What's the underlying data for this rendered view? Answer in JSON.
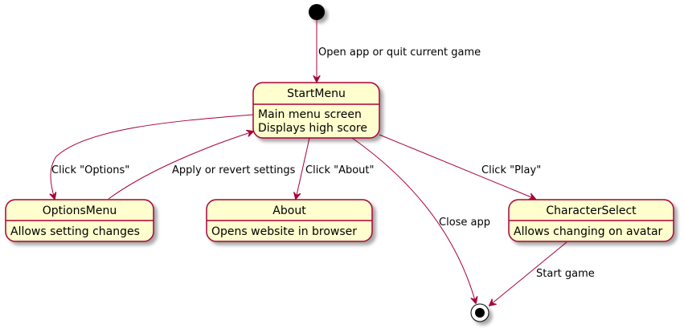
{
  "diagram": {
    "type": "state-diagram",
    "colors": {
      "box_fill": "#FEFECE",
      "border": "#A80036",
      "node_fill": "#000000"
    },
    "states": {
      "start_menu": {
        "title": "StartMenu",
        "desc": [
          "Main menu screen",
          "Displays high score"
        ]
      },
      "options_menu": {
        "title": "OptionsMenu",
        "desc": [
          "Allows setting changes"
        ]
      },
      "about": {
        "title": "About",
        "desc": [
          "Opens website in browser"
        ]
      },
      "character_select": {
        "title": "CharacterSelect",
        "desc": [
          "Allows changing on avatar"
        ]
      }
    },
    "transitions": {
      "init_to_start": {
        "label": "Open app or quit current game"
      },
      "start_to_options": {
        "label": "Click \"Options\""
      },
      "options_to_start": {
        "label": "Apply or revert settings"
      },
      "start_to_about": {
        "label": "Click \"About\""
      },
      "start_to_end": {
        "label": "Close app"
      },
      "start_to_character": {
        "label": "Click \"Play\""
      },
      "character_to_end": {
        "label": "Start game"
      }
    }
  }
}
